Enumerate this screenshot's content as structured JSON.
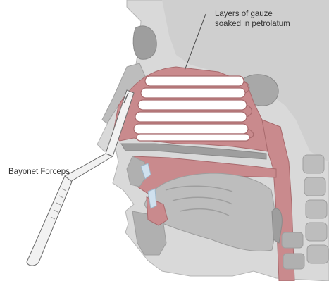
{
  "labels": {
    "gauze_line1": "Layers of gauze",
    "gauze_line2": "soaked in petrolatum",
    "forceps": "Bayonet Forceps"
  },
  "colors": {
    "background": "#ffffff",
    "outer_tissue": "#d9d9d9",
    "bone": "#bdbdbd",
    "bone_dark": "#9e9e9e",
    "mucosa": "#c98a8d",
    "mucosa_light": "#e3b9ba",
    "gauze": "#ffffff",
    "forceps": "#f2f2f2",
    "outline": "#6b6b6b",
    "label_text": "#333333",
    "accent_blue": "#cfe0ee"
  }
}
